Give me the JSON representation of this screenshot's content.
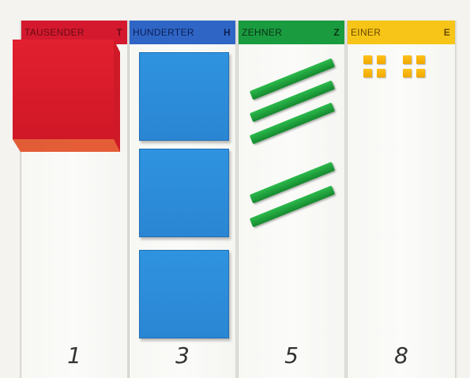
{
  "columns": [
    {
      "title": "TAUSENDER",
      "letter": "T",
      "digit": "1",
      "color": "#d4192e"
    },
    {
      "title": "HUNDERTER",
      "letter": "H",
      "digit": "3",
      "color": "#2f66c6"
    },
    {
      "title": "ZEHNER",
      "letter": "Z",
      "digit": "5",
      "color": "#1a9b3f"
    },
    {
      "title": "EINER",
      "letter": "E",
      "digit": "8",
      "color": "#f6c517"
    }
  ],
  "blocks": {
    "thousand_cubes": 1,
    "hundred_flats": 3,
    "ten_rods": 5,
    "unit_cubes": 8
  }
}
